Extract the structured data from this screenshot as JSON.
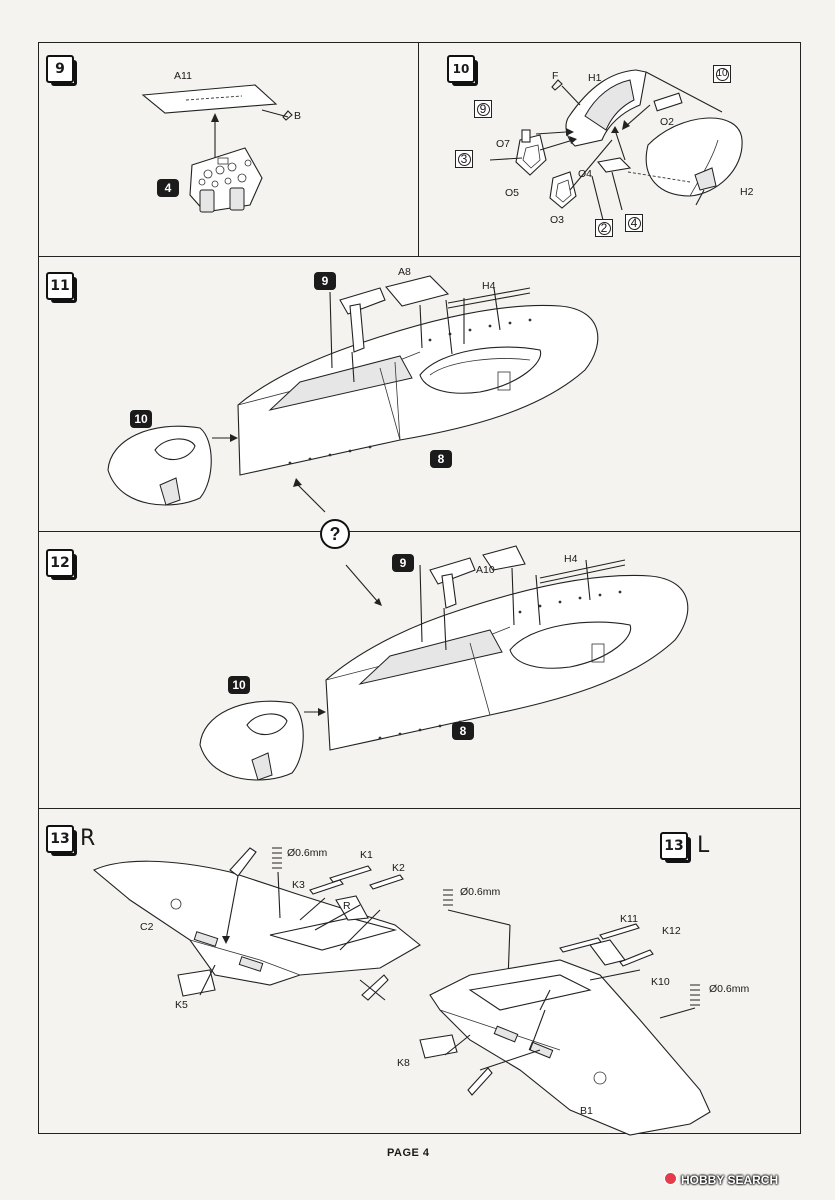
{
  "page": {
    "label": "PAGE",
    "number": "4"
  },
  "watermark": {
    "text": "HOBBY SEARCH"
  },
  "steps": {
    "s9": {
      "number": "9",
      "parts": {
        "A11": "A11",
        "B": "B"
      },
      "sub_ref": "4"
    },
    "s10": {
      "number": "10",
      "parts": {
        "F": "F",
        "H1": "H1",
        "O7": "O7",
        "O5": "O5",
        "O4": "O4",
        "O3": "O3",
        "O2": "O2",
        "H2": "H2"
      },
      "color_refs": [
        "9",
        "10",
        "3",
        "2",
        "4"
      ]
    },
    "s11": {
      "number": "11",
      "parts": {
        "A8": "A8",
        "H4": "H4"
      },
      "sub_refs": [
        "9",
        "10",
        "8"
      ]
    },
    "s12": {
      "number": "12",
      "parts": {
        "A10": "A10",
        "H4": "H4"
      },
      "sub_refs": [
        "9",
        "10",
        "8"
      ]
    },
    "choice_mark": "?",
    "s13r": {
      "number": "13",
      "side": "R",
      "parts": {
        "K1": "K1",
        "K2": "K2",
        "K3": "K3",
        "C2": "C2",
        "K5": "K5",
        "R": "R"
      },
      "drills": [
        "Ø0.6mm",
        "Ø0.6mm"
      ]
    },
    "s13l": {
      "number": "13",
      "side": "L",
      "parts": {
        "K11": "K11",
        "K12": "K12",
        "K10": "K10",
        "K8": "K8",
        "B1": "B1"
      },
      "drills": [
        "Ø0.6mm"
      ]
    }
  },
  "colors": {
    "ink": "#1a1a1a",
    "paper": "#f4f3ef",
    "badge": "#1b1b1b",
    "watermark_logo": "#e43c4a"
  }
}
